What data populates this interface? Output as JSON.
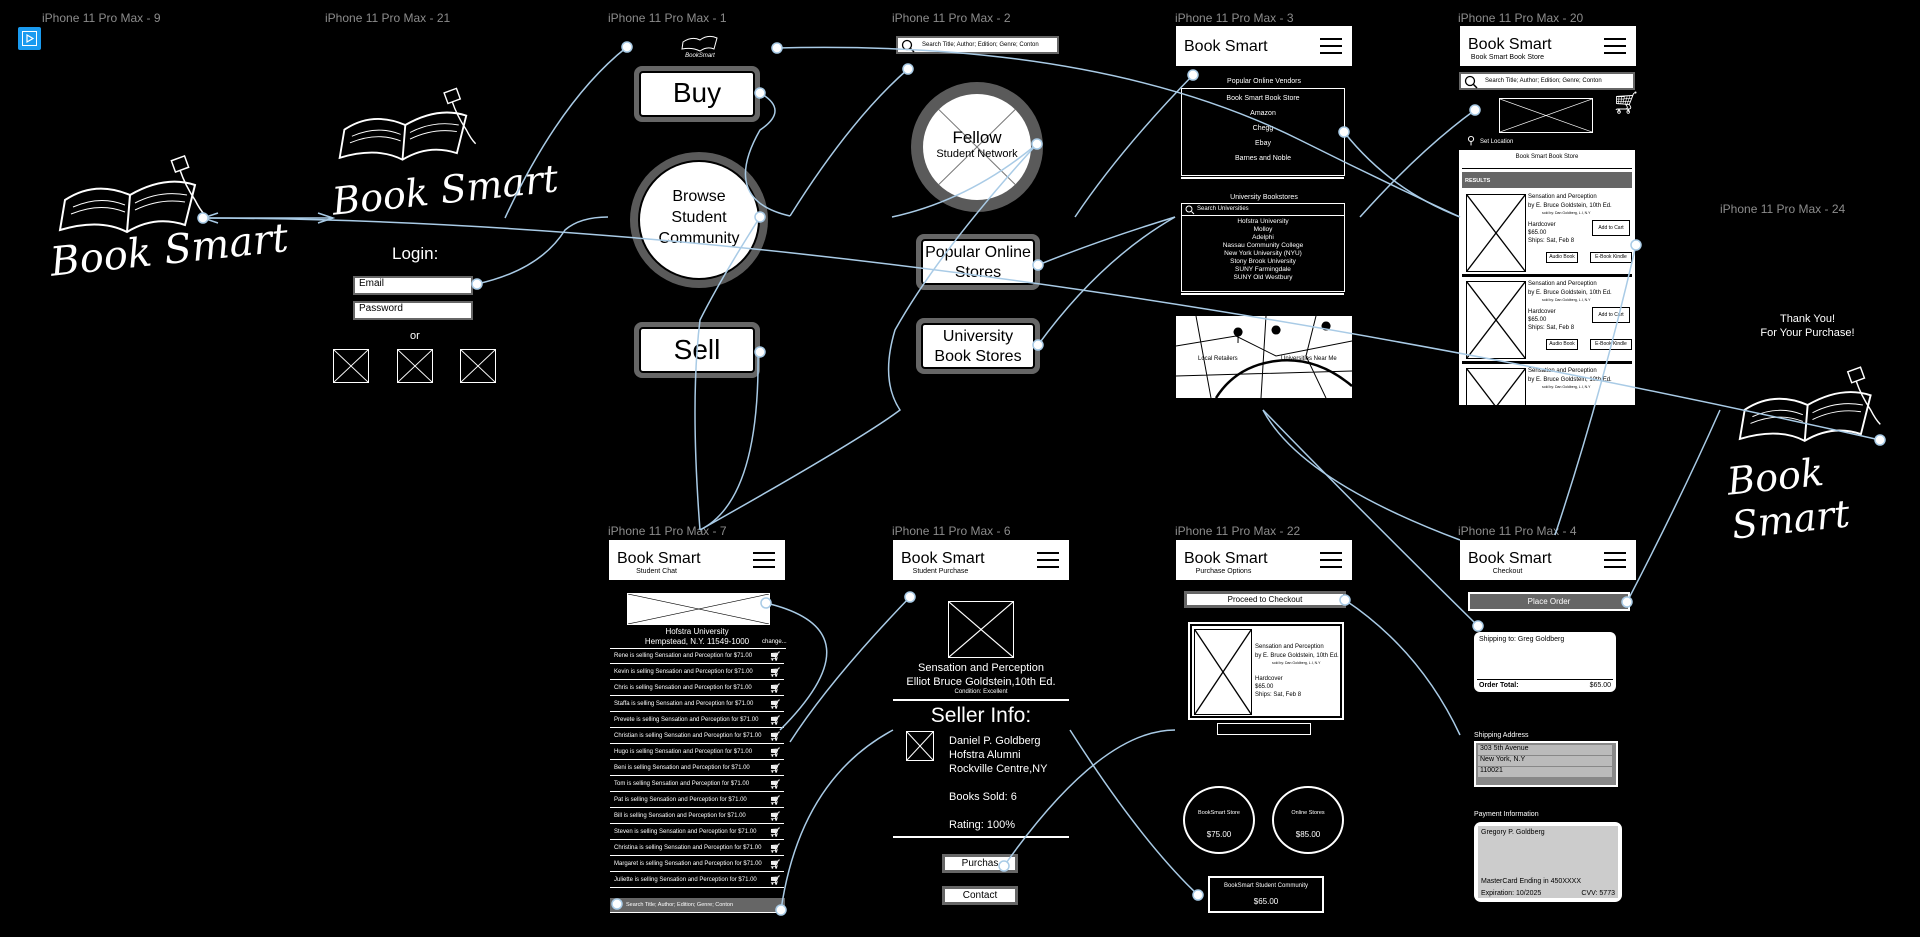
{
  "frames": [
    "iPhone 11 Pro Max - 9",
    "iPhone 11 Pro Max - 21",
    "iPhone 11 Pro Max - 1",
    "iPhone 11 Pro Max - 2",
    "iPhone 11 Pro Max - 3",
    "iPhone 11 Pro Max - 20",
    "iPhone 11 Pro Max - 24",
    "iPhone 11 Pro Max - 7",
    "iPhone 11 Pro Max - 6",
    "iPhone 11 Pro Max - 22",
    "iPhone 11 Pro Max - 4"
  ],
  "app": {
    "name": "Book Smart",
    "logo_text": "Book Smart",
    "logo_small": "BookSmart"
  },
  "login": {
    "title": "Login:",
    "email_placeholder": "Email",
    "password_placeholder": "Password",
    "or": "or"
  },
  "home": {
    "buy": "Buy",
    "browse": "Browse Student Community",
    "sell": "Sell"
  },
  "search": {
    "placeholder": "Search Title; Author; Edition; Genre; Conton",
    "placeholder20": "Search Title; Author; Edition; Genre; Conton"
  },
  "screen2": {
    "fellow_title": "Fellow",
    "fellow_sub": "Student Network",
    "popular": "Popular Online  Stores",
    "university": "University Book Stores"
  },
  "screen3": {
    "popular_header": "Popular Online Vendors",
    "vendors": [
      "Book Smart Book Store",
      "Amazon",
      "Chegg",
      "Ebay",
      "Barnes and Noble"
    ],
    "uni_header": "University Bookstores",
    "uni_search": "Search Universities",
    "universities": [
      "Hofstra University",
      "Molloy",
      "Adelphi",
      "Nassau Community College",
      "New York University (NYU)",
      "Stony Brook University",
      "SUNY Farmingdale",
      "SUNY Old Westbury"
    ],
    "map_left": "Local Retailers",
    "map_right": "Universities Near Me"
  },
  "screen20": {
    "subtitle": "Book Smart Book Store",
    "location": "Set Location",
    "store_header": "Book Smart Book Store",
    "results": "RESULTS",
    "items": [
      {
        "title": "Sensation and Perception",
        "author": "by E. Bruce Goldstein, 10th Ed.",
        "sold": "sold by: Dan Goldberg, L.I, N.Y",
        "format": "Hardcover",
        "price": "$65.00",
        "ship": "Ships: Sat, Feb 8",
        "cart": "Add to Cart",
        "b1": "Audio Book",
        "b2": "E-Book Kindle"
      },
      {
        "title": "Sensation and Perception",
        "author": "by E. Bruce Goldstein, 10th Ed.",
        "sold": "sold by: Dan Goldberg, L.I, N.Y",
        "format": "Hardcover",
        "price": "$65.00",
        "ship": "Ships: Sat, Feb 8",
        "cart": "Add to Cart",
        "b1": "Audio Book",
        "b2": "E-Book Kindle"
      },
      {
        "title": "Sensation and Perception",
        "author": "by E. Bruce Goldstein, 10th Ed.",
        "sold": "sold by: Dan Goldberg, L.I, N.Y"
      }
    ]
  },
  "screen24": {
    "thanks1": "Thank You!",
    "thanks2": "For Your Purchase!"
  },
  "screen7": {
    "subtitle": "Student Chat",
    "uni": "Hofstra University",
    "addr": "Hempstead, N.Y. 11549-1000",
    "change": "change...",
    "rows": [
      "Rene is selling Sensation and Perception for $71.00",
      "Kevin is selling Sensation and Perception for $71.00",
      "Chris is selling Sensation and Perception for $71.00",
      "Staffa is selling Sensation and Perception for $71.00",
      "Prevete is selling Sensation and Perception for $71.00",
      "Christian is selling Sensation and Perception for $71.00",
      "Hugo is selling Sensation and Perception for $71.00",
      "Beni is selling Sensation and Perception for $71.00",
      "Tom is selling Sensation and Perception for $71.00",
      "Pat is selling Sensation and Perception for $71.00",
      "Bill is selling Sensation and Perception for $71.00",
      "Steven is selling Sensation and Perception for $71.00",
      "Christina is selling Sensation and Perception for $71.00",
      "Margaret is selling Sensation and Perception for $71.00",
      "Juliette is selling Sensation and Perception for $71.00"
    ],
    "search": "Search Title; Author; Edition; Genre; Conton"
  },
  "screen6": {
    "subtitle": "Student Purchase",
    "book": "Sensation and Perception",
    "author": "Elliot Bruce Goldstein,10th Ed.",
    "condition": "Condition: Excellent",
    "seller_info": "Seller Info:",
    "seller_name": "Daniel P. Goldberg",
    "seller_line2": "Hofstra Alumni",
    "seller_line3": "Rockville Centre,NY",
    "books_sold": "Books Sold: 6",
    "rating": "Rating: 100%",
    "purchase": "Purchas",
    "contact": "Contact"
  },
  "screen22": {
    "subtitle": "Purchase Options",
    "proceed": "Proceed to Checkout",
    "title": "Sensation and Perception",
    "author": "by E. Bruce Goldstein, 10th Ed.",
    "sold": "sold by: Dan Goldberg, L.I, N.Y",
    "format": "Hardcover",
    "price": "$65.00",
    "ship": "Ships: Sat, Feb 8",
    "opt1_label": "BookSmart Store",
    "opt1_price": "$75.00",
    "opt2_label": "Online Stores",
    "opt2_price": "$85.00",
    "opt3_label": "BookSmart Student Community",
    "opt3_price": "$65.00"
  },
  "screen4": {
    "subtitle": "Checkout",
    "place_order": "Place Order",
    "ship_to": "Shipping to: Greg Goldberg",
    "order_total_label": "Order Total:",
    "order_total": "$65.00",
    "ship_header": "Shipping Address",
    "addr1": "303 5th Avenue",
    "addr2": "New York, N.Y",
    "addr3": "110021",
    "pay_header": "Payment Information",
    "pay_name": "Gregory P. Goldberg",
    "card": "MasterCard Ending in  450XXXX",
    "exp": "Expiration: 10/2025",
    "cvv": "CVV: 5773"
  }
}
